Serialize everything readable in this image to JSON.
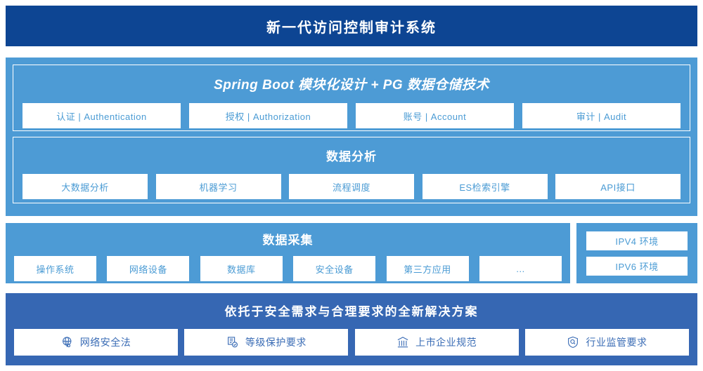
{
  "header": {
    "title": "新一代访问控制审计系统",
    "bg_color": "#0d4593"
  },
  "theme": {
    "panel_blue": "#4d9bd5",
    "deep_blue": "#3667b3",
    "chip_text_blue": "#4a9bd4",
    "compliance_text_blue": "#3a6cb5"
  },
  "platform": {
    "springboot": {
      "title": "Spring Boot 模块化设计 + PG 数据仓储技术",
      "items": [
        {
          "label": "认证 | Authentication"
        },
        {
          "label": "授权 | Authorization"
        },
        {
          "label": "账号 | Account"
        },
        {
          "label": "审计 | Audit"
        }
      ]
    },
    "analysis": {
      "title": "数据分析",
      "items": [
        {
          "label": "大数据分析"
        },
        {
          "label": "机器学习"
        },
        {
          "label": "流程调度"
        },
        {
          "label": "ES检索引擎"
        },
        {
          "label": "API接口"
        }
      ]
    }
  },
  "collection": {
    "title": "数据采集",
    "items": [
      {
        "label": "操作系统"
      },
      {
        "label": "网络设备"
      },
      {
        "label": "数据库"
      },
      {
        "label": "安全设备"
      },
      {
        "label": "第三方应用"
      },
      {
        "label": "…"
      }
    ]
  },
  "ipv": {
    "items": [
      {
        "label": "IPV4 环境"
      },
      {
        "label": "IPV6 环境"
      }
    ]
  },
  "compliance": {
    "title": "依托于安全需求与合理要求的全新解决方案",
    "items": [
      {
        "label": "网络安全法",
        "icon": "globe-network-icon"
      },
      {
        "label": "等级保护要求",
        "icon": "document-check-icon"
      },
      {
        "label": "上市企业规范",
        "icon": "bank-building-icon"
      },
      {
        "label": "行业监管要求",
        "icon": "shield-search-icon"
      }
    ]
  }
}
